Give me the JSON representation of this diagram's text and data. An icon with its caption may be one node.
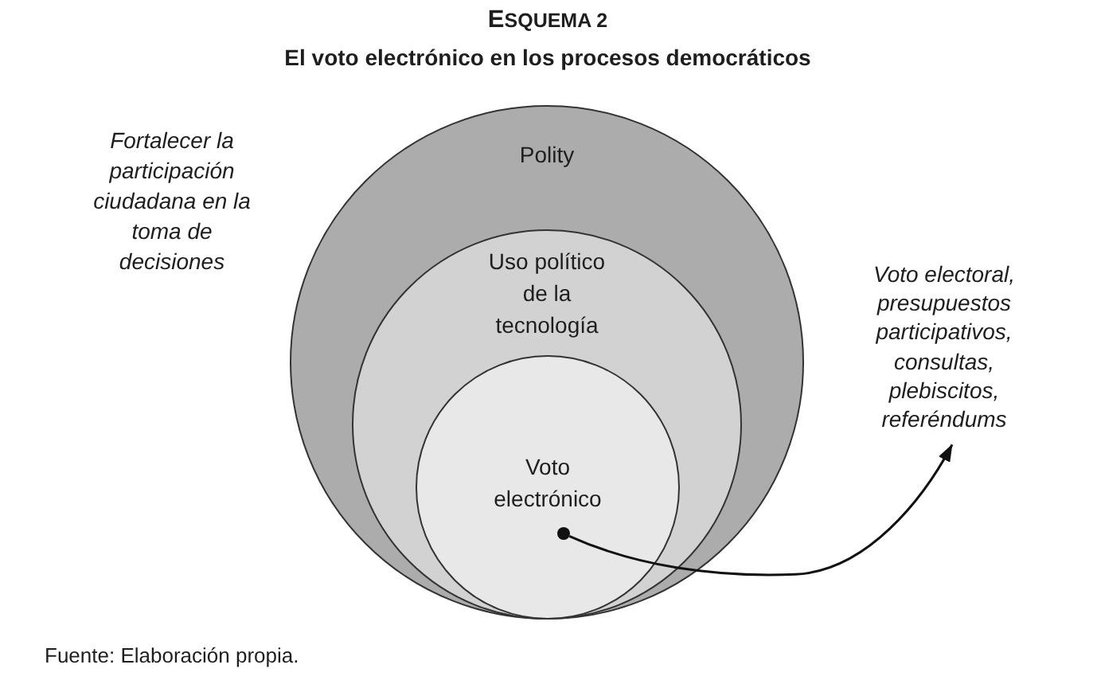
{
  "diagram": {
    "title": "El voto electrónico en los procesos democráticos",
    "caption": "Fuente: Elaboración propia.",
    "nodes": [
      {
        "text": [
          "Polity"
        ]
      },
      {
        "text": [
          "Uso político de la tecnología"
        ],
        "in": 0
      },
      {
        "text": [
          "Voto electrónico"
        ],
        "in": 1
      },
      {
        "text": [],
        "shape": "circle",
        "in": 2
      },
      {
        "text": [
          "Voto electoral, presupuestos participativos, consultas, plebiscitos, referéndums"
        ]
      }
    ],
    "edges": [
      {
        "from": 3,
        "to": 4,
        "arrow": "to"
      }
    ],
    "labels": [
      "ESQUEMA 2",
      "Fortalecer la participación ciudadana en la toma de decisiones"
    ]
  }
}
